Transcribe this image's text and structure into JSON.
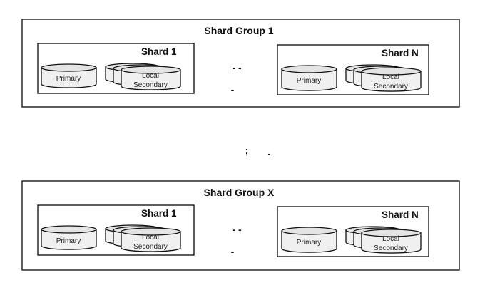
{
  "diagram": {
    "groups": [
      {
        "title": "Shard Group 1",
        "shards": [
          {
            "title": "Shard 1",
            "primary_label": "Primary",
            "secondary_label_line1": "Local",
            "secondary_label_line2": "Secondary"
          },
          {
            "title": "Shard N",
            "primary_label": "Primary",
            "secondary_label_line1": "Local",
            "secondary_label_line2": "Secondary"
          }
        ],
        "ellipsis_top": "- -",
        "ellipsis_bottom": "-"
      },
      {
        "title": "Shard Group X",
        "shards": [
          {
            "title": "Shard 1",
            "primary_label": "Primary",
            "secondary_label_line1": "Local",
            "secondary_label_line2": "Secondary"
          },
          {
            "title": "Shard N",
            "primary_label": "Primary",
            "secondary_label_line1": "Local",
            "secondary_label_line2": "Secondary"
          }
        ],
        "ellipsis_top": "- -",
        "ellipsis_bottom": "-"
      }
    ],
    "between_groups_left": ";",
    "between_groups_right": "."
  }
}
